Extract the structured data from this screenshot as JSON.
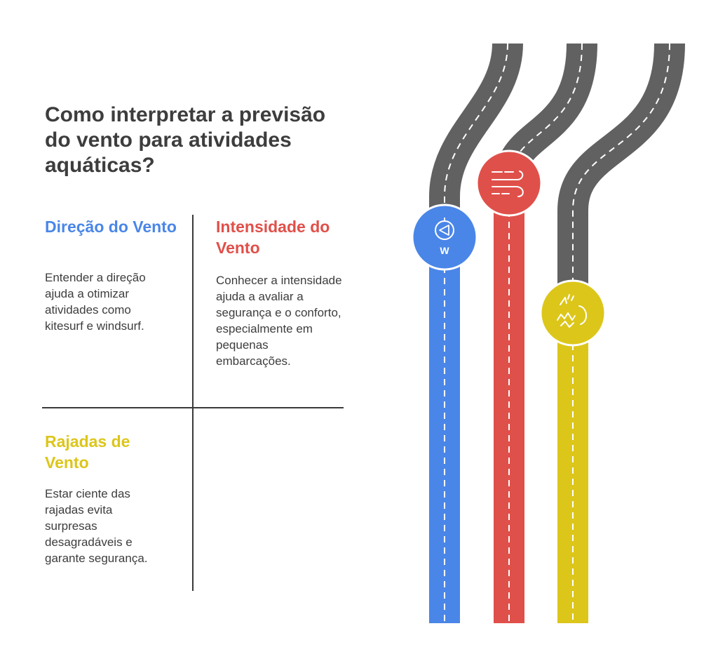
{
  "title": "Como interpretar a previsão do vento para atividades aquáticas?",
  "sections": [
    {
      "heading": "Direção do Vento",
      "description": "Entender a direção ajuda a otimizar atividades como kitesurf e windsurf.",
      "color": "#4a86e8",
      "icon": "compass-icon"
    },
    {
      "heading": "Intensidade do Vento",
      "description": "Conhecer a intensidade ajuda a avaliar a segurança e o conforto, especialmente em pequenas embarcações.",
      "color": "#e0504a",
      "icon": "wind-icon"
    },
    {
      "heading": "Rajadas de Vento",
      "description": "Estar ciente das rajadas evita surpresas desagradáveis e garante segurança.",
      "color": "#dcc61a",
      "icon": "gust-icon"
    }
  ],
  "icon_letters": {
    "compass": "W"
  },
  "road_color": "#616161"
}
